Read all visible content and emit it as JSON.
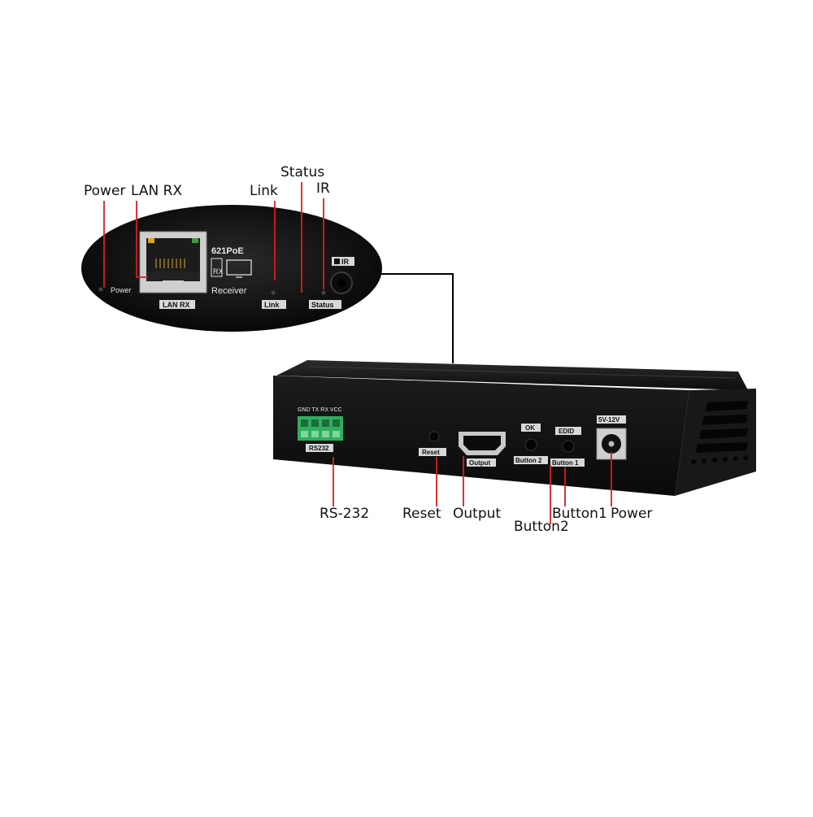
{
  "callouts": {
    "power_front": "Power",
    "lan_rx": "LAN RX",
    "link": "Link",
    "status": "Status",
    "ir": "IR",
    "rs232": "RS-232",
    "reset": "Reset",
    "output": "Output",
    "button1": "Button1",
    "button2": "Button2",
    "power_rear": "Power"
  },
  "front_panel": {
    "model": "621PoE",
    "rx": "RX",
    "receiver": "Receiver",
    "power": "Power",
    "lan_rx": "LAN RX",
    "link": "Link",
    "status": "Status",
    "ir": "IR"
  },
  "rear_panel": {
    "terminal_pins": "GND TX RX VCC",
    "rs232": "RS232",
    "reset": "Reset",
    "output": "Output",
    "ok": "OK",
    "button2": "Button 2",
    "edid": "EDID",
    "button1": "Button 1",
    "dc_in": "5V-12V"
  },
  "colors": {
    "leader_line": "#d61f1f",
    "connector_line": "#000000",
    "device_body": "#141414",
    "terminal_green": "#2fae5f"
  }
}
